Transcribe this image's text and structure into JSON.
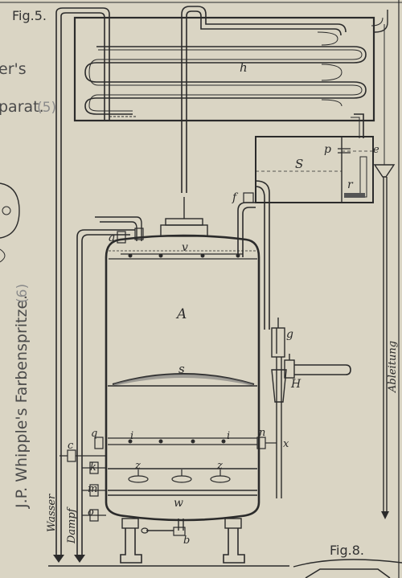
{
  "captions": {
    "fig5": "Fig.5.",
    "fig8": "Fig.8."
  },
  "left_fragments": {
    "er": "er's",
    "parat": "parat.",
    "parat_num": "(5)",
    "vertical_title": "J.P. Whipple's Farbenspritze.",
    "vertical_num": "(6)"
  },
  "labels": {
    "h": "h",
    "S": "S",
    "p": "p",
    "e": "e",
    "r": "r",
    "f": "f",
    "a": "a",
    "v": "v",
    "A": "A",
    "g": "g",
    "H": "H",
    "s": "s",
    "q": "q",
    "i1": "i",
    "i2": "i",
    "n": "n",
    "x": "x",
    "c": "c",
    "k": "k",
    "z1": "z",
    "z2": "z",
    "m": "m",
    "w": "w",
    "o": "o",
    "b": "b",
    "wasser": "Wasser",
    "dampf": "Dampf",
    "ableitung": "Ableitung"
  }
}
